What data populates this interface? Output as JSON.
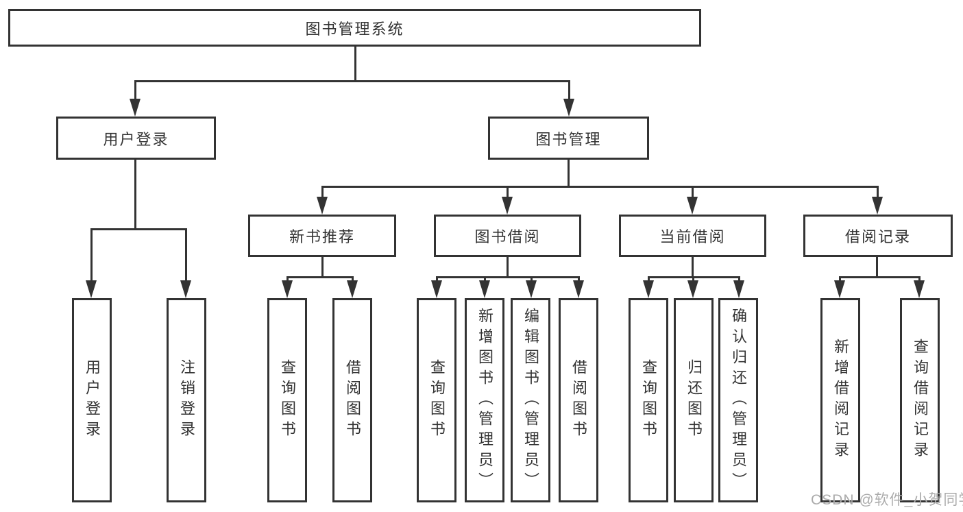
{
  "tree": {
    "label": "图书管理系统",
    "children": [
      {
        "label": "用户登录",
        "children": [
          {
            "label": "用户登录"
          },
          {
            "label": "注销登录"
          }
        ]
      },
      {
        "label": "图书管理",
        "children": [
          {
            "label": "新书推荐",
            "children": [
              {
                "label": "查询图书"
              },
              {
                "label": "借阅图书"
              }
            ]
          },
          {
            "label": "图书借阅",
            "children": [
              {
                "label": "查询图书"
              },
              {
                "label": "新增图书（管理员）"
              },
              {
                "label": "编辑图书（管理员）"
              },
              {
                "label": "借阅图书"
              }
            ]
          },
          {
            "label": "当前借阅",
            "children": [
              {
                "label": "查询图书"
              },
              {
                "label": "归还图书"
              },
              {
                "label": "确认归还（管理员）"
              }
            ]
          },
          {
            "label": "借阅记录",
            "children": [
              {
                "label": "新增借阅记录"
              },
              {
                "label": "查询借阅记录"
              }
            ]
          }
        ]
      }
    ]
  },
  "watermark": {
    "text": "CSDN @软件_小贺同学"
  },
  "colors": {
    "line": "#333333",
    "box_border": "#333333",
    "text": "#333333",
    "watermark": "#ababab",
    "background": "#ffffff"
  }
}
